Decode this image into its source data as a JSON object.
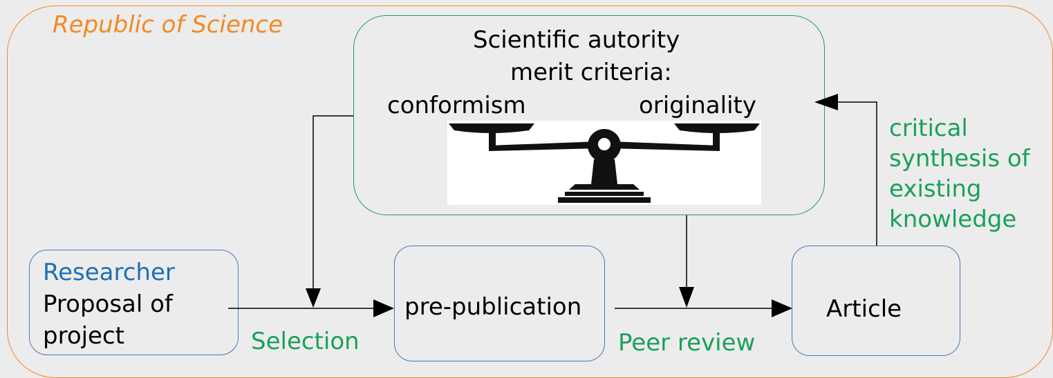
{
  "republic": {
    "label": "Republic of Science"
  },
  "authority": {
    "title": "Scientific autority",
    "subtitle": "merit criteria:",
    "left_criterion": "conformism",
    "right_criterion": "originality",
    "scale_icon": "balance-scale-icon"
  },
  "researcher": {
    "role": "Researcher",
    "line1": "Proposal of",
    "line2": "project"
  },
  "prepublication": {
    "label": "pre-publication"
  },
  "article": {
    "label": "Article"
  },
  "edges": {
    "selection": "Selection",
    "peer_review": "Peer review",
    "feedback_line1": "critical",
    "feedback_line2": "synthesis of",
    "feedback_line3": "existing",
    "feedback_line4": "knowledge"
  },
  "colors": {
    "orange": "#f08a24",
    "green": "#1aa05a",
    "blue": "#1e6fb5",
    "black": "#000000",
    "box_blue": "#4a76b8",
    "box_green": "#1aa05a"
  }
}
